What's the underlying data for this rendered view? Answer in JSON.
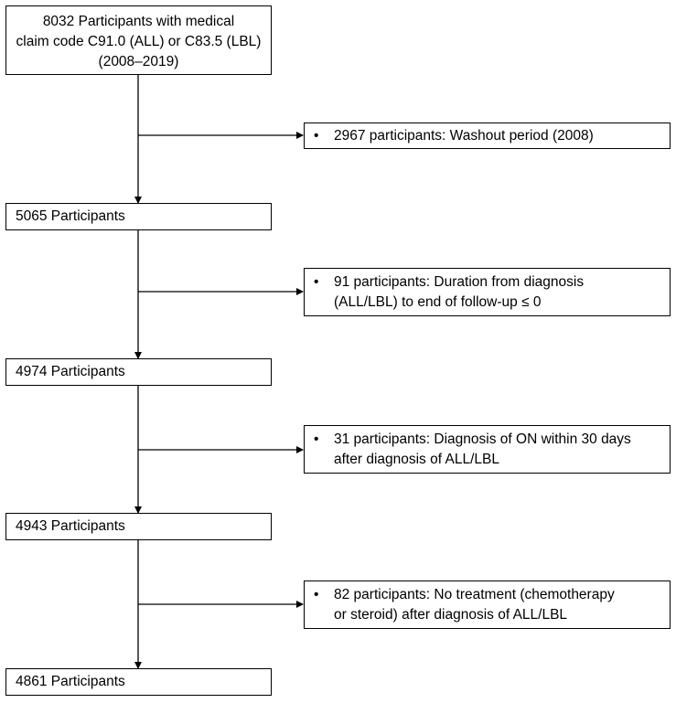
{
  "flowchart": {
    "start": {
      "lines": [
        "8032 Participants with medical",
        "claim code C91.0 (ALL) or C83.5 (LBL)",
        "(2008–2019)"
      ]
    },
    "steps": [
      {
        "exclusion": {
          "bullet": "•",
          "lines": [
            "2967 participants: Washout period (2008)"
          ]
        },
        "result": "5065 Participants"
      },
      {
        "exclusion": {
          "bullet": "•",
          "lines": [
            "91 participants: Duration from diagnosis",
            "(ALL/LBL) to end of follow-up ≤ 0"
          ]
        },
        "result": "4974 Participants"
      },
      {
        "exclusion": {
          "bullet": "•",
          "lines": [
            "31 participants: Diagnosis of ON within 30 days",
            "after diagnosis of ALL/LBL"
          ]
        },
        "result": "4943 Participants"
      },
      {
        "exclusion": {
          "bullet": "•",
          "lines": [
            "82 participants: No treatment (chemotherapy",
            "or steroid) after diagnosis of ALL/LBL"
          ]
        },
        "result": "4861 Participants"
      }
    ]
  }
}
